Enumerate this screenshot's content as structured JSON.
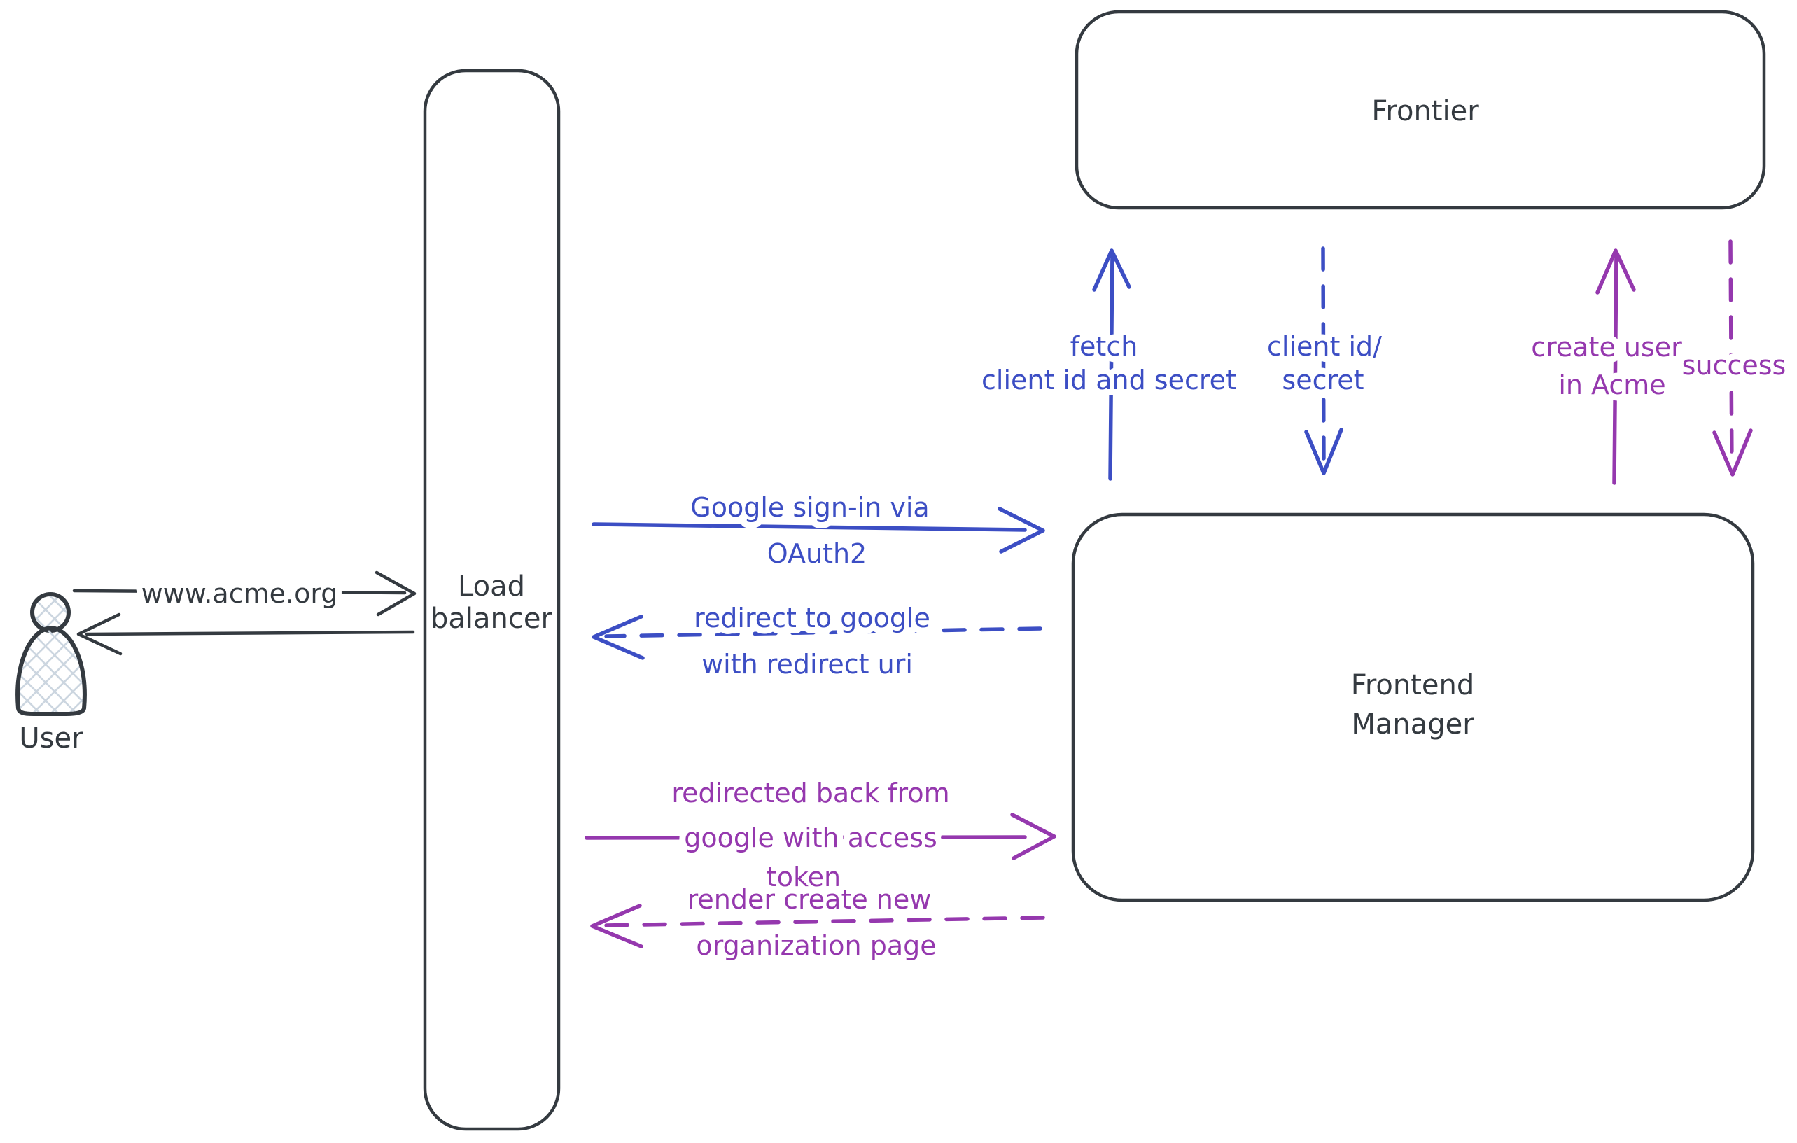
{
  "colors": {
    "ink": "#343a40",
    "blue": "#3c4ec4",
    "purple": "#9538ae",
    "hatch": "#ccd6e0",
    "bg": "#ffffff"
  },
  "nodes": {
    "user": {
      "label": "User"
    },
    "load_balancer": {
      "line1": "Load",
      "line2": "balancer"
    },
    "frontier": {
      "label": "Frontier"
    },
    "frontend_manager": {
      "line1": "Frontend",
      "line2": "Manager"
    }
  },
  "edges": {
    "www_acme": {
      "style": "solid",
      "color": "ink",
      "direction": "right",
      "label": "www.acme.org"
    },
    "user_return": {
      "style": "solid",
      "color": "ink",
      "direction": "left",
      "label": ""
    },
    "google_signin": {
      "style": "solid",
      "color": "blue",
      "direction": "right",
      "line1": "Google sign-in via",
      "line2": "OAuth2"
    },
    "redirect_google": {
      "style": "dashed",
      "color": "blue",
      "direction": "left",
      "line1": "redirect to google",
      "line2": "with redirect uri"
    },
    "fetch_client": {
      "style": "solid",
      "color": "blue",
      "direction": "up",
      "line1": "fetch",
      "line2": "client id and secret"
    },
    "client_id_secret": {
      "style": "dashed",
      "color": "blue",
      "direction": "down",
      "line1": "client id/",
      "line2": "secret"
    },
    "create_user": {
      "style": "solid",
      "color": "purple",
      "direction": "up",
      "line1": "create user",
      "line2": "in Acme"
    },
    "success": {
      "style": "dashed",
      "color": "purple",
      "direction": "down",
      "label": "success"
    },
    "redirected_back": {
      "style": "solid",
      "color": "purple",
      "direction": "right",
      "line1": "redirected back from",
      "line2": "google with access",
      "line3": "token"
    },
    "render_org": {
      "style": "dashed",
      "color": "purple",
      "direction": "left",
      "line1": "render create new",
      "line2": "organization page"
    }
  }
}
